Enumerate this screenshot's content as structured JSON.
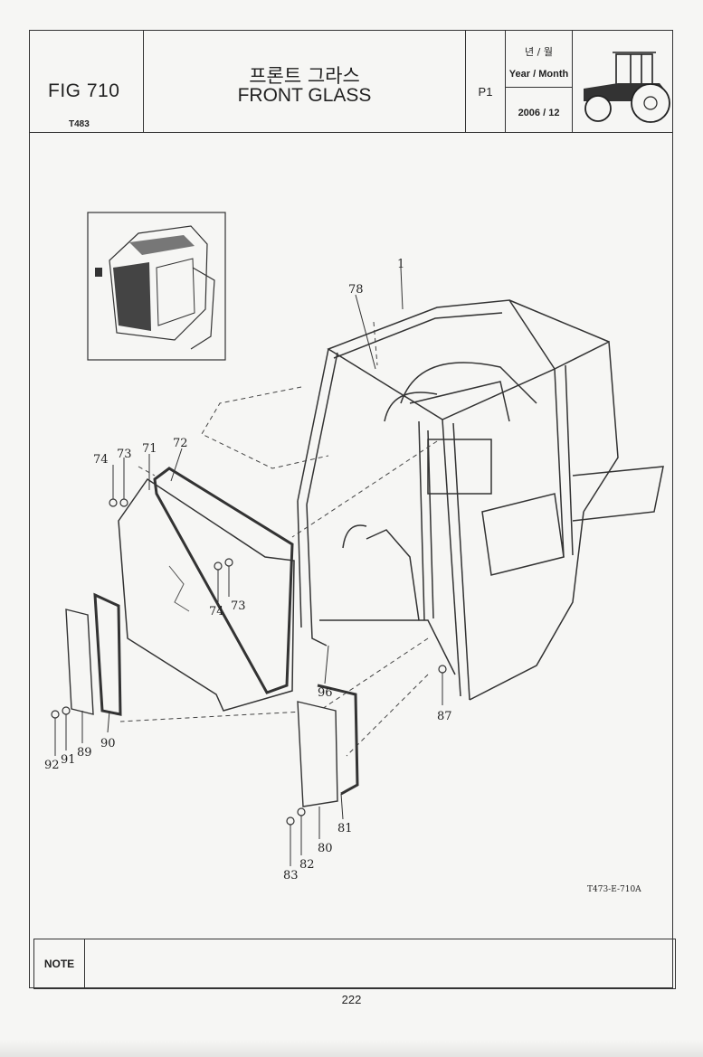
{
  "header": {
    "fig_no": "FIG 710",
    "model": "T483",
    "title_ko": "프론트 그라스",
    "title_en": "FRONT GLASS",
    "page": "P1",
    "year_month_ko": "년 / 월",
    "year_month_en": "Year / Month",
    "year_month_value": "2006 / 12",
    "tractor_icon": "tractor-silhouette-icon"
  },
  "drawing": {
    "inset_icon": "cab-assembly-thumbnail",
    "callouts": [
      "1",
      "78",
      "74",
      "73",
      "71",
      "72",
      "74",
      "73",
      "96",
      "87",
      "92",
      "91",
      "89",
      "90",
      "80",
      "81",
      "83",
      "82"
    ],
    "code": "T473-E-710A"
  },
  "note": {
    "label": "NOTE",
    "value": ""
  },
  "page_number": "222"
}
